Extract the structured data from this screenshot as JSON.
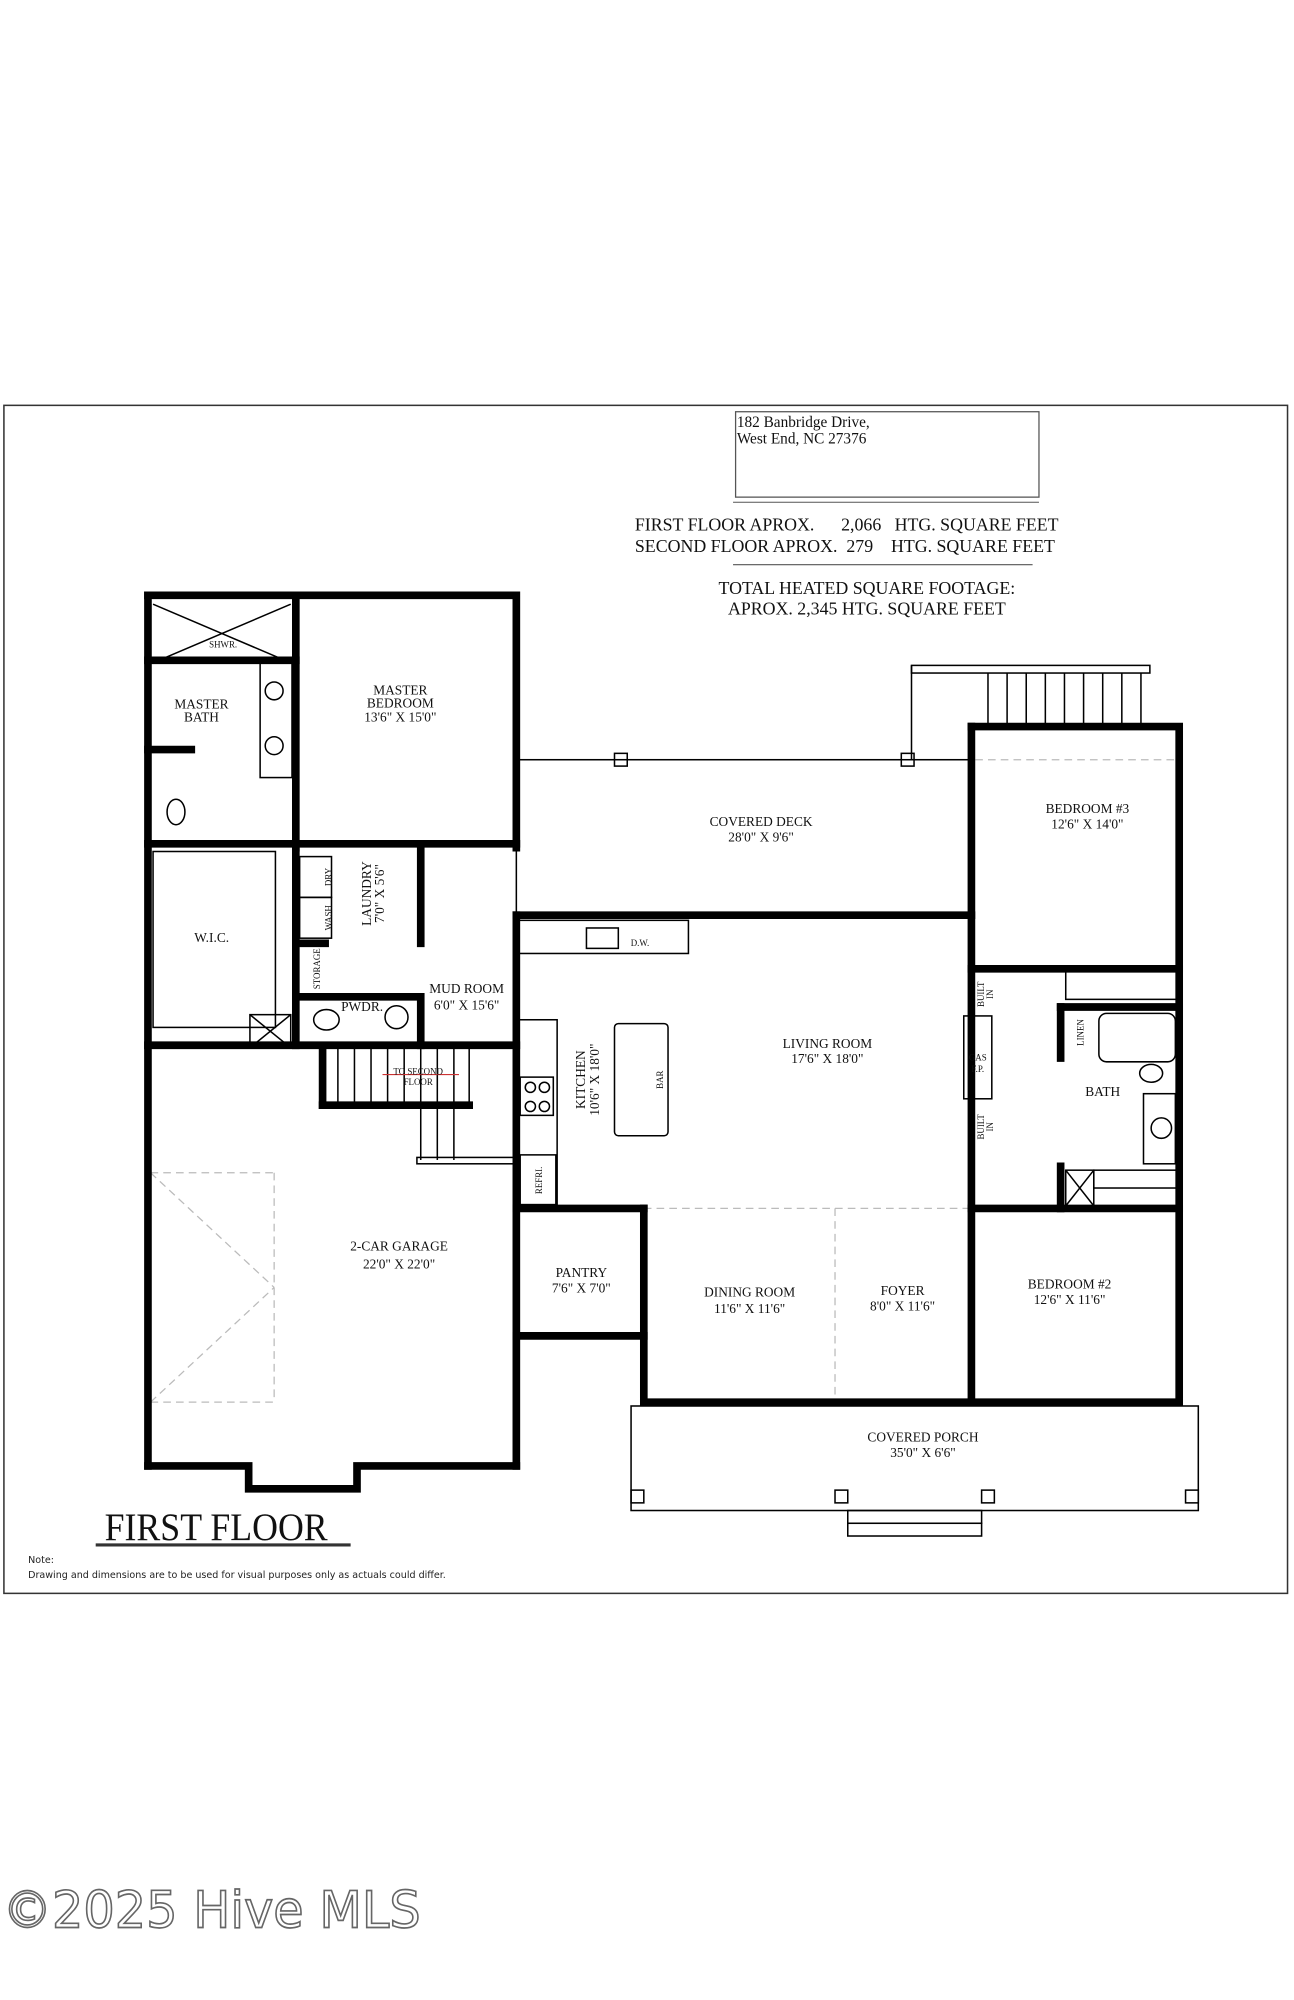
{
  "address": {
    "line1": "182 Banbridge Drive,",
    "line2": "West End, NC 27376"
  },
  "square_footage": {
    "first_floor": "FIRST FLOOR APROX.      2,066   HTG. SQUARE FEET",
    "second_floor": "SECOND FLOOR APROX.  279    HTG. SQUARE FEET",
    "total_line1": "TOTAL HEATED SQUARE FOOTAGE:",
    "total_line2": "APROX. 2,345 HTG. SQUARE FEET"
  },
  "rooms": {
    "shower": "SHWR.",
    "master_bath": [
      "MASTER",
      "BATH"
    ],
    "master_bedroom": [
      "MASTER",
      "BEDROOM",
      "13'6\" X 15'0\""
    ],
    "wic": "W.I.C.",
    "laundry": [
      "LAUNDRY",
      "7'0\" X 5'6\""
    ],
    "dry": "DRY",
    "wash": "WASH",
    "storage": "STORAGE",
    "powder": "PWDR.",
    "mud_room": [
      "MUD ROOM",
      "6'0\" X 15'6\""
    ],
    "stairs": [
      "TO SECOND",
      "FLOOR"
    ],
    "covered_deck": [
      "COVERED DECK",
      "28'0\" X 9'6\""
    ],
    "dishwasher": "D.W.",
    "kitchen": [
      "KITCHEN",
      "10'6\" X 18'0\""
    ],
    "bar": "BAR",
    "refrigerator": "REFRI.",
    "living_room": [
      "LIVING ROOM",
      "17'6\" X 18'0\""
    ],
    "fireplace": [
      "GAS",
      "F.P."
    ],
    "built_in": [
      "BUILT",
      "IN"
    ],
    "linen": "LINEN",
    "bath": "BATH",
    "bedroom3": [
      "BEDROOM #3",
      "12'6\" X 14'0\""
    ],
    "bedroom2": [
      "BEDROOM #2",
      "12'6\" X 11'6\""
    ],
    "garage": [
      "2-CAR GARAGE",
      "22'0\" X 22'0\""
    ],
    "pantry": [
      "PANTRY",
      "7'6\" X 7'0\""
    ],
    "dining_room": [
      "DINING ROOM",
      "11'6\" X 11'6\""
    ],
    "foyer": [
      "FOYER",
      "8'0\" X 11'6\""
    ],
    "covered_porch": [
      "COVERED PORCH",
      "35'0\" X 6'6\""
    ]
  },
  "floor_title": "FIRST FLOOR",
  "note": {
    "heading": "Note:",
    "text": "Drawing and dimensions are to be used for visual purposes only as actuals could differ."
  },
  "watermark": "©2025 Hive MLS"
}
